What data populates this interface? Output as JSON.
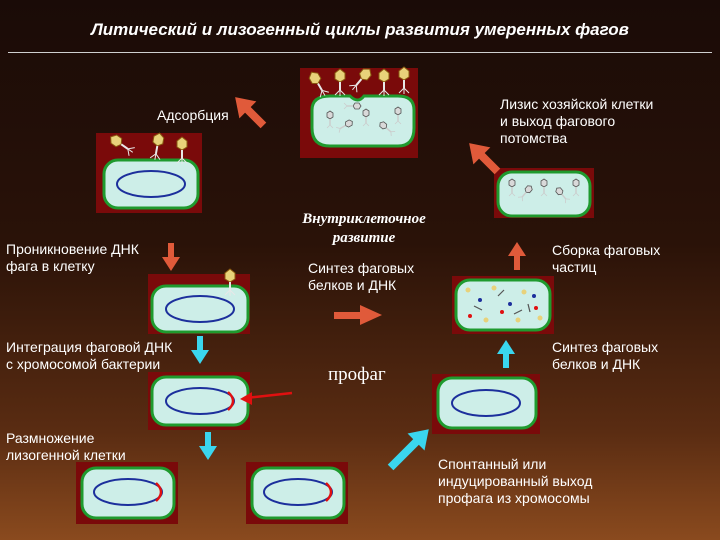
{
  "title": "Литический и лизогенный циклы развития  умеренных фагов",
  "labels": {
    "adsorption": "Адсорбция",
    "penetration": "Проникновение ДНК\nфага в клетку",
    "integration": "Интеграция фаговой ДНК\nс хромосомой бактерии",
    "reproduction": "Размножение\nлизогенной клетки",
    "intracellular": "Внутриклеточное\nразвитие",
    "synthesis_center": "Синтез фаговых\nбелков и ДНК",
    "prophage": "профаг",
    "lysis": "Лизис хозяйской клетки\nи выход фагового\nпотомства",
    "assembly": "Сборка фаговых\nчастиц",
    "synthesis_right": "Синтез фаговых\nбелков и ДНК",
    "spontaneous": "Спонтанный или\nиндуцированный выход\nпрофага из хромосомы"
  },
  "colors": {
    "cell_fill": "#cdeee8",
    "cell_border": "#1f9a2e",
    "chromosome": "#1c2f9c",
    "prophage": "#e01010",
    "backdrop": "#7a0a0a",
    "arrow_red": "#e05a3a",
    "arrow_cyan": "#3ad6ee"
  },
  "icons": [
    "phage-icon",
    "arrow-icon"
  ]
}
